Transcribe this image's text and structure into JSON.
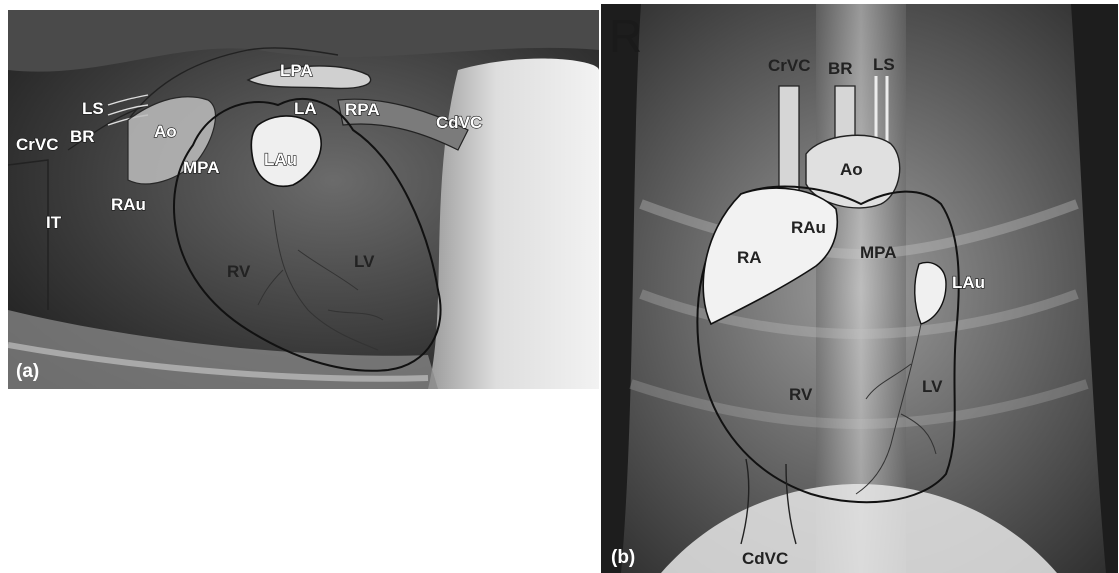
{
  "panel_a": {
    "panel_label": "(a)",
    "labels": {
      "crvc": "CrVC",
      "br": "BR",
      "ls": "LS",
      "ao": "Ao",
      "lpa": "LPA",
      "la": "LA",
      "rpa": "RPA",
      "cdvc": "CdVC",
      "mpa": "MPA",
      "lau": "LAu",
      "rau": "RAu",
      "it": "IT",
      "rv": "RV",
      "lv": "LV"
    }
  },
  "panel_b": {
    "panel_label": "(b)",
    "orientation": "R",
    "labels": {
      "crvc": "CrVC",
      "br": "BR",
      "ls": "LS",
      "ao": "Ao",
      "rau": "RAu",
      "ra": "RA",
      "mpa": "MPA",
      "lau": "LAu",
      "rv": "RV",
      "lv": "LV",
      "cdvc": "CdVC"
    }
  }
}
